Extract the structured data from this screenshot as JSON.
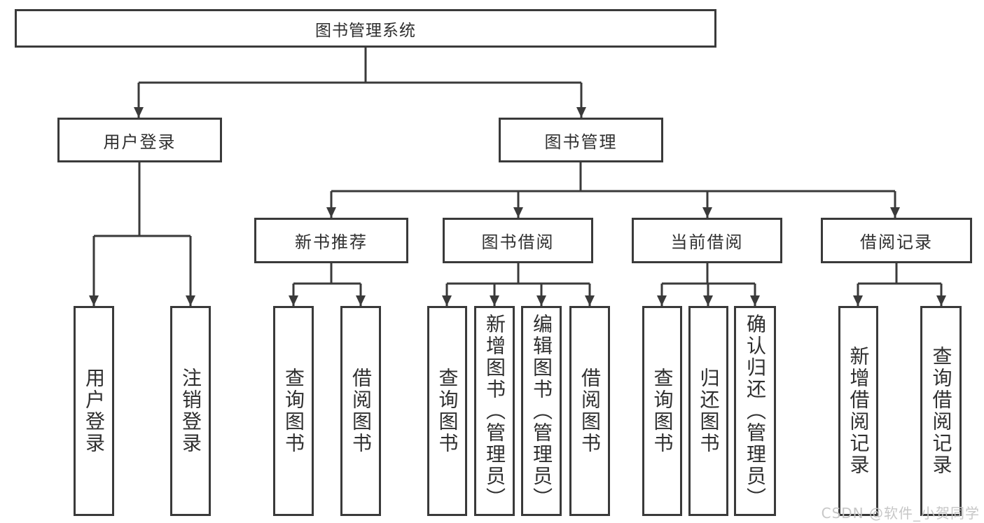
{
  "diagram": {
    "title": "图书管理系统",
    "colors": {
      "line": "#3a3a3a",
      "text": "#2f2f2f",
      "background": "#ffffff",
      "watermark": "#c4c4c4"
    },
    "tree": {
      "root": "图书管理系统",
      "user_login": {
        "label": "用户登录",
        "children": [
          "用户登录",
          "注销登录"
        ]
      },
      "book_mgmt": {
        "label": "图书管理",
        "children": {
          "new_book_rec": {
            "label": "新书推荐",
            "children": [
              "查询图书",
              "借阅图书"
            ]
          },
          "book_borrow": {
            "label": "图书借阅",
            "children": [
              "查询图书",
              "新增图书（管理员）",
              "编辑图书（管理员）",
              "借阅图书"
            ]
          },
          "current_borrow": {
            "label": "当前借阅",
            "children": [
              "查询图书",
              "归还图书",
              "确认归还（管理员）"
            ]
          },
          "borrow_record": {
            "label": "借阅记录",
            "children": [
              "新增借阅记录",
              "查询借阅记录"
            ]
          }
        }
      }
    }
  },
  "watermark": "CSDN @软件_小贺同学"
}
